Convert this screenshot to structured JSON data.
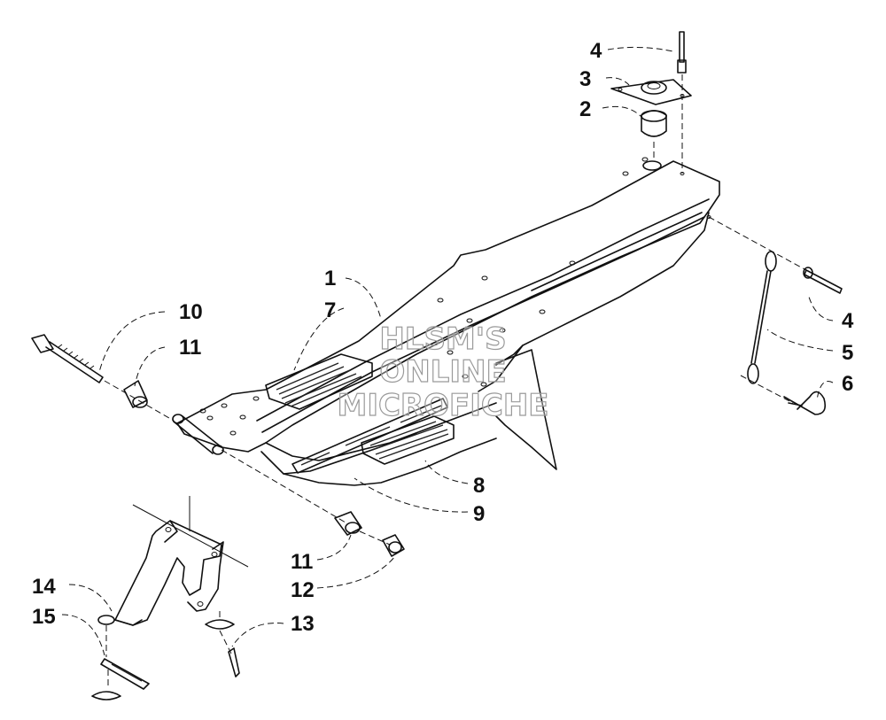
{
  "callouts": [
    {
      "id": "c4a",
      "label": "4"
    },
    {
      "id": "c3",
      "label": "3"
    },
    {
      "id": "c2",
      "label": "2"
    },
    {
      "id": "c1",
      "label": "1"
    },
    {
      "id": "c7",
      "label": "7"
    },
    {
      "id": "c10",
      "label": "10"
    },
    {
      "id": "c11a",
      "label": "11"
    },
    {
      "id": "c4b",
      "label": "4"
    },
    {
      "id": "c5",
      "label": "5"
    },
    {
      "id": "c6",
      "label": "6"
    },
    {
      "id": "c8",
      "label": "8"
    },
    {
      "id": "c9",
      "label": "9"
    },
    {
      "id": "c11b",
      "label": "11"
    },
    {
      "id": "c12",
      "label": "12"
    },
    {
      "id": "c13",
      "label": "13"
    },
    {
      "id": "c14",
      "label": "14"
    },
    {
      "id": "c15",
      "label": "15"
    }
  ],
  "watermark": [
    "HLSM'S",
    "ONLINE",
    "MICROFICHE"
  ]
}
